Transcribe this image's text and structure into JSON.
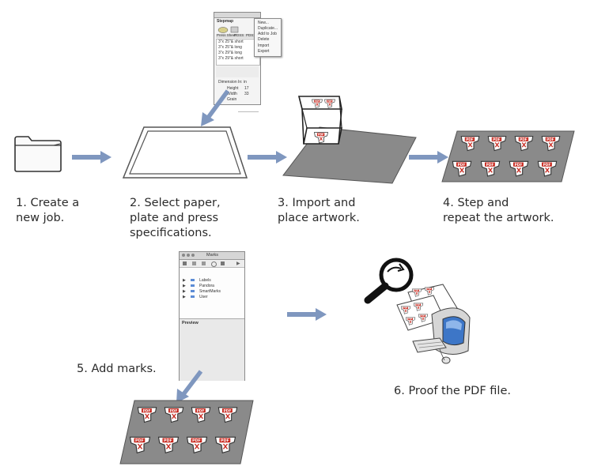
{
  "steps": [
    {
      "label": "1. Create a\nnew job."
    },
    {
      "label": "2. Select paper,\nplate and press\nspecifications."
    },
    {
      "label": "3. Import and\nplace artwork."
    },
    {
      "label": "4. Step and\nrepeat the artwork."
    },
    {
      "label": "5. Add marks."
    },
    {
      "label": "6. Proof the PDF file."
    }
  ],
  "stepmap_panel": {
    "title": "Stepmap",
    "tabs": [
      "Press Sheet",
      "PDSS",
      "PDSX"
    ],
    "rows": [
      "3\"x 25\"& short",
      "3\"x 25\"& long",
      "3\"x 29\"& long",
      "3\"x 29\"& short"
    ],
    "dimension_header": "Dimension In: in",
    "fields": [
      {
        "label": "Height",
        "value": "17"
      },
      {
        "label": "Width",
        "value": "33"
      },
      {
        "label": "Grain",
        "value": ""
      }
    ],
    "menu": [
      "New...",
      "Duplicate...",
      "Add to Job",
      "Delete",
      "Import",
      "Export"
    ]
  },
  "marks_panel": {
    "title": "Marks",
    "items": [
      "Labels",
      "Pandora",
      "SmartMarks",
      "User"
    ],
    "preview_label": "Preview"
  },
  "pdf_tag": "PDF",
  "colors": {
    "arrow": "#7f97bf",
    "plate": "#7d7d7d",
    "label_red": "#c8281e",
    "screen_blue": "#3d76c7"
  }
}
